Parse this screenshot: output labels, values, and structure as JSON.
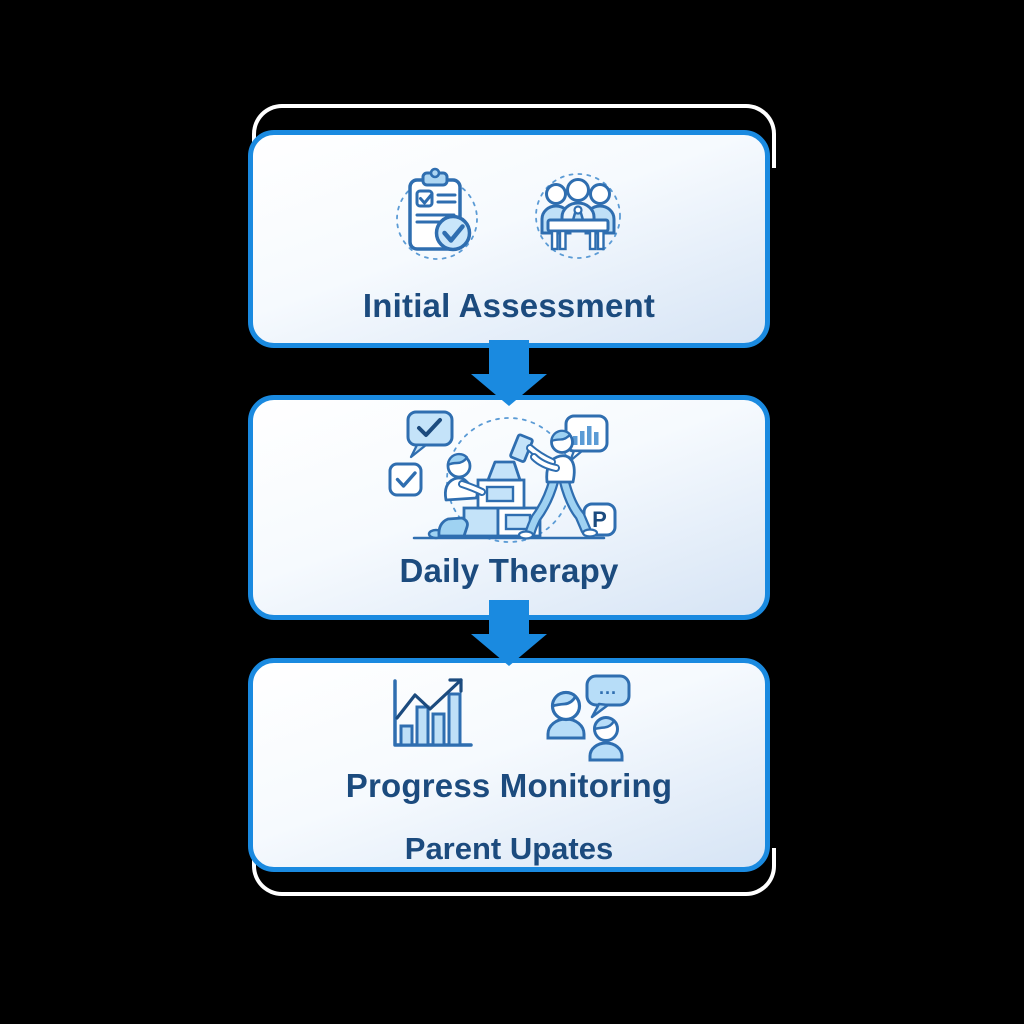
{
  "diagram": {
    "accent_blue": "#1a8ae0",
    "outline_white": "#ffffff",
    "title_color": "#1c4b7e",
    "icon_stroke": "#2f6eb0",
    "icon_fill_light": "#bfe0f7",
    "steps": [
      {
        "title": "Initial Assessment",
        "icons": [
          "clipboard-checklist-icon",
          "team-meeting-icon"
        ]
      },
      {
        "title": "Daily Therapy",
        "icons": [
          "therapy-play-illustration"
        ],
        "p_badge_label": "P"
      },
      {
        "title": "Progress Monitoring",
        "subtitle": "Parent Upates",
        "icons": [
          "growth-chart-icon",
          "parent-chat-icon"
        ],
        "chat_bubble_dots": "..."
      }
    ],
    "connectors": [
      "down-arrow",
      "down-arrow"
    ]
  }
}
